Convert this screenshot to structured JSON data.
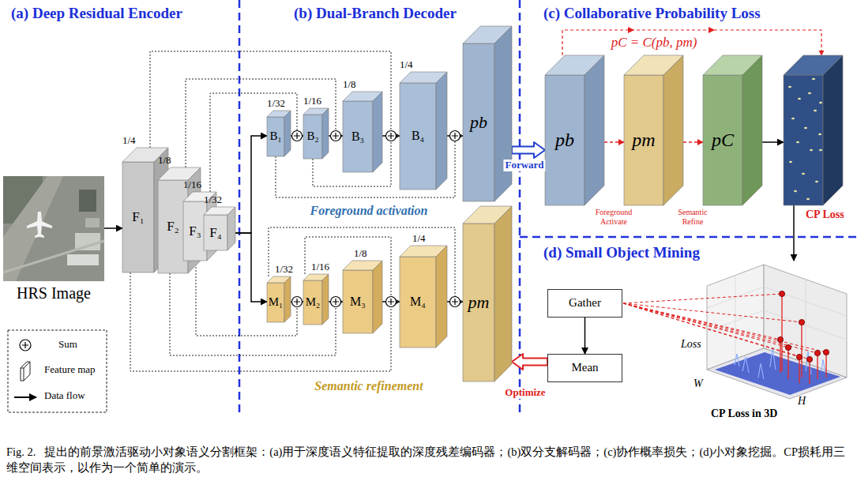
{
  "diagram": {
    "caption": "Fig. 2.   提出的前景激活驱动小对象语义分割框架：(a)用于深度语义特征提取的深度残差编码器；(b)双分支解码器；(c)协作概率损失；(d)小对象挖掘。CP损耗用三维空间表示，以作为一个简单的演示。",
    "nodes": [
      {
        "text": [
          "HRS Image"
        ]
      },
      {
        "text": [
          "1/4",
          "F₁"
        ]
      },
      {
        "text": [
          "1/8",
          "F₂"
        ]
      },
      {
        "text": [
          "1/16",
          "F₃"
        ]
      },
      {
        "text": [
          "1/32",
          "F₄"
        ]
      },
      {
        "text": [
          "1/32",
          "B₁"
        ]
      },
      {
        "text": [
          "1/16",
          "B₂"
        ]
      },
      {
        "text": [
          "1/8",
          "B₃"
        ]
      },
      {
        "text": [
          "1/4",
          "B₄"
        ]
      },
      {
        "text": [
          "pb"
        ]
      },
      {
        "text": [
          "1/32",
          "M₁"
        ]
      },
      {
        "text": [
          "1/16",
          "M₂"
        ]
      },
      {
        "text": [
          "1/8",
          "M₃"
        ]
      },
      {
        "text": [
          "1/4",
          "M₄"
        ]
      },
      {
        "text": [
          "pm"
        ]
      },
      {
        "text": [
          "pb"
        ]
      },
      {
        "text": [
          "pm"
        ]
      },
      {
        "text": [
          "pC"
        ]
      },
      {
        "text": [
          "CP Loss"
        ]
      },
      {
        "text": [
          "Gather"
        ]
      },
      {
        "text": [
          "Mean"
        ]
      },
      {
        "text": [
          "Loss",
          "W",
          "H",
          "CP Loss in 3D"
        ]
      }
    ],
    "edges": [
      {
        "from": 0,
        "to": 1,
        "arrow": "to"
      },
      {
        "from": 4,
        "to": 5,
        "arrow": "to"
      },
      {
        "from": 4,
        "to": 10,
        "arrow": "to"
      },
      {
        "from": 5,
        "to": 6,
        "arrow": "to"
      },
      {
        "from": 6,
        "to": 7,
        "arrow": "to"
      },
      {
        "from": 7,
        "to": 8,
        "arrow": "to"
      },
      {
        "from": 8,
        "to": 9,
        "arrow": "to"
      },
      {
        "from": 3,
        "to": 6,
        "arrow": "to"
      },
      {
        "from": 2,
        "to": 7,
        "arrow": "to"
      },
      {
        "from": 1,
        "to": 8,
        "arrow": "to"
      },
      {
        "from": 10,
        "to": 11,
        "arrow": "to"
      },
      {
        "from": 11,
        "to": 12,
        "arrow": "to"
      },
      {
        "from": 12,
        "to": 13,
        "arrow": "to"
      },
      {
        "from": 13,
        "to": 14,
        "arrow": "to"
      },
      {
        "from": 3,
        "to": 11,
        "arrow": "to"
      },
      {
        "from": 2,
        "to": 12,
        "arrow": "to"
      },
      {
        "from": 1,
        "to": 13,
        "arrow": "to"
      },
      {
        "from": 9,
        "to": 15,
        "label": "Forward",
        "arrow": "to"
      },
      {
        "from": 15,
        "to": 16,
        "label": "Foreground Activate",
        "arrow": "to"
      },
      {
        "from": 16,
        "to": 17,
        "label": "Semantic Refine",
        "arrow": "to"
      },
      {
        "from": 17,
        "to": 18,
        "arrow": "to"
      },
      {
        "from": 18,
        "to": 21,
        "arrow": "to"
      },
      {
        "from": 19,
        "to": 20,
        "arrow": "to"
      },
      {
        "from": 20,
        "to": 14,
        "label": "Optimize",
        "arrow": "to"
      },
      {
        "from": 5,
        "to": 9,
        "arrow": "to"
      },
      {
        "from": 6,
        "to": 8,
        "arrow": "to"
      },
      {
        "from": 10,
        "to": 14,
        "arrow": "to"
      },
      {
        "from": 11,
        "to": 13,
        "arrow": "to"
      }
    ],
    "labels": [
      "(a) Deep Residual Encoder",
      "(b) Dual-Branch Decoder",
      "(c) Collaborative Probability Loss",
      "(d) Small Object Mining",
      "Foreground activation",
      "Semantic refinement",
      "pC = C(pb, pm)"
    ],
    "legend": [
      {
        "text": "Sum"
      },
      {
        "text": "Feature map"
      },
      {
        "text": "Data flow"
      }
    ]
  }
}
